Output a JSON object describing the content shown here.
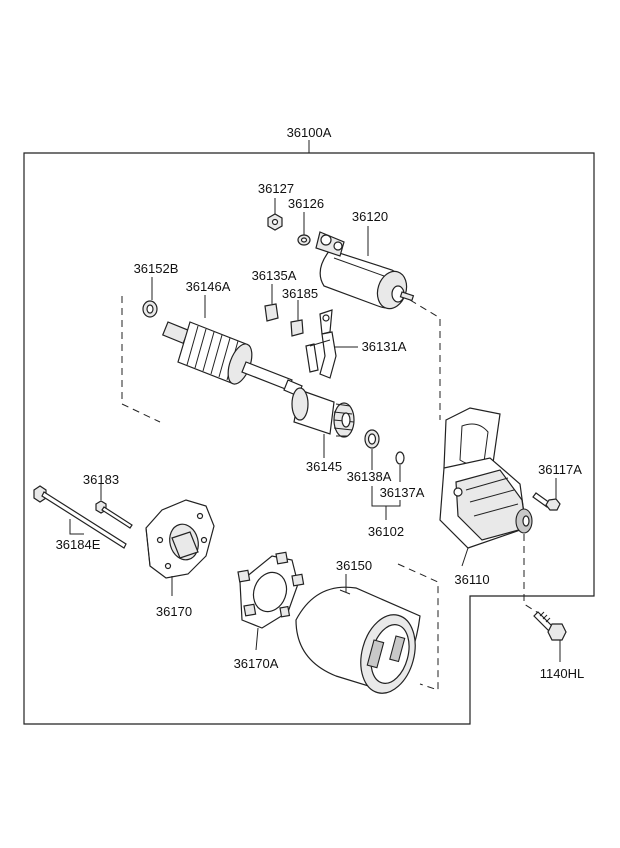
{
  "diagram": {
    "assembly_label": "36100A",
    "part_labels": {
      "p36127": "36127",
      "p36126": "36126",
      "p36120": "36120",
      "p36152B": "36152B",
      "p36146A": "36146A",
      "p36135A": "36135A",
      "p36185": "36185",
      "p36131A": "36131A",
      "p36145": "36145",
      "p36138A": "36138A",
      "p36137A": "36137A",
      "p36102": "36102",
      "p36117A": "36117A",
      "p36110": "36110",
      "p36183": "36183",
      "p36184E": "36184E",
      "p36170": "36170",
      "p36150": "36150",
      "p36170A": "36170A",
      "p1140HL": "1140HL"
    },
    "colors": {
      "line": "#222222",
      "shade": "#e9e9e9",
      "dark_shade": "#c8c8c8",
      "background": "#ffffff"
    }
  }
}
